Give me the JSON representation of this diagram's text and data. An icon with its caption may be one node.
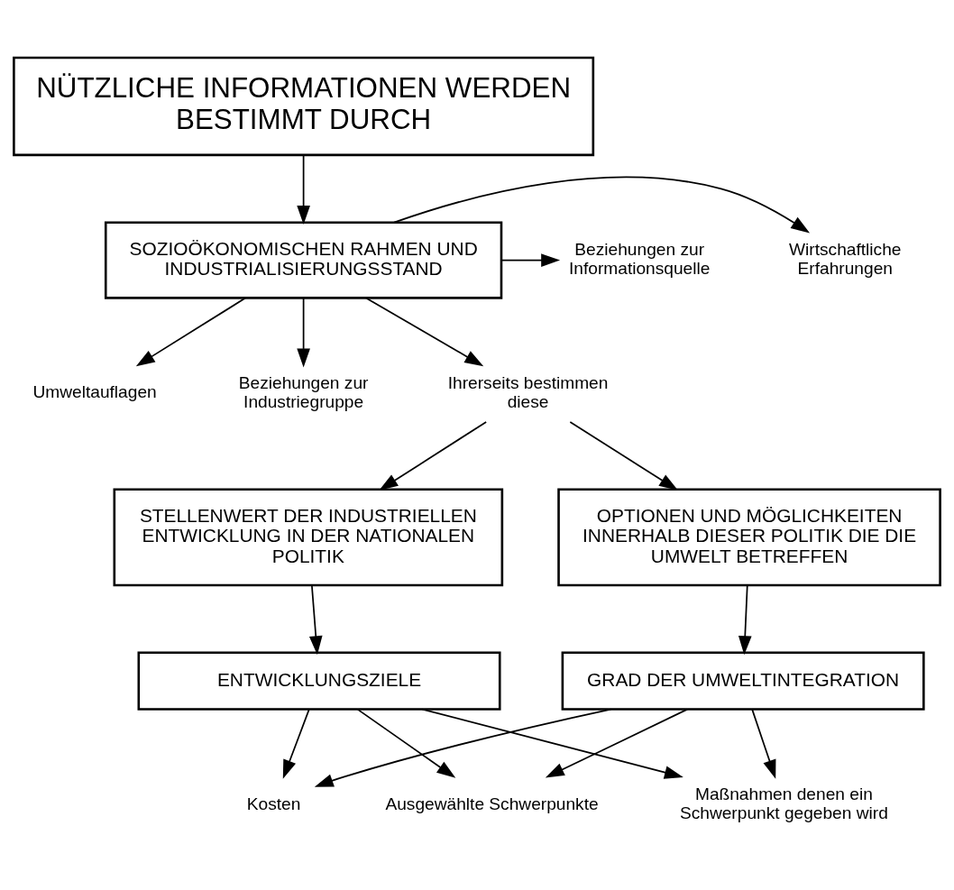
{
  "diagram": {
    "nodes": [
      {
        "text": [
          "NÜTZLICHE INFORMATIONEN WERDEN BESTIMMT DURCH"
        ]
      },
      {
        "text": [
          "SOZIOÖKONOMISCHEN RAHMEN UND INDUSTRIALISIERUNGSSTAND"
        ]
      },
      {
        "text": [
          "Wirtschaftliche Erfahrungen"
        ]
      },
      {
        "text": [
          "Beziehungen zur Informationsquelle"
        ]
      },
      {
        "text": [
          "Umweltauflagen"
        ]
      },
      {
        "text": [
          "Beziehungen zur Industriegruppe"
        ]
      },
      {
        "text": [
          "Ihrerseits bestimmen diese"
        ]
      },
      {
        "text": [
          "STELLENWERT DER INDUSTRIELLEN ENTWICKLUNG IN DER NATIONALEN POLITIK"
        ]
      },
      {
        "text": [
          "OPTIONEN UND MÖGLICHKEITEN INNERHALB DIESER POLITIK DIE DIE UMWELT BETREFFEN"
        ]
      },
      {
        "text": [
          "ENTWICKLUNGSZIELE"
        ]
      },
      {
        "text": [
          "GRAD DER UMWELTINTEGRATION"
        ]
      },
      {
        "text": [
          "Kosten"
        ]
      },
      {
        "text": [
          "Ausgewählte Schwerpunkte"
        ]
      },
      {
        "text": [
          "Maßnahmen denen ein Schwerpunkt gegeben wird"
        ]
      }
    ],
    "edges": [
      {
        "from": 0,
        "to": 1,
        "arrow": "to"
      },
      {
        "from": 1,
        "to": 2,
        "arrow": "to"
      },
      {
        "from": 1,
        "to": 3,
        "arrow": "to"
      },
      {
        "from": 1,
        "to": 4,
        "arrow": "to"
      },
      {
        "from": 1,
        "to": 5,
        "arrow": "to"
      },
      {
        "from": 1,
        "to": 6,
        "arrow": "to"
      },
      {
        "from": 6,
        "to": 7,
        "arrow": "to"
      },
      {
        "from": 6,
        "to": 8,
        "arrow": "to"
      },
      {
        "from": 7,
        "to": 9,
        "arrow": "to"
      },
      {
        "from": 8,
        "to": 10,
        "arrow": "to"
      },
      {
        "from": 9,
        "to": 11,
        "arrow": "to"
      },
      {
        "from": 9,
        "to": 12,
        "arrow": "to"
      },
      {
        "from": 9,
        "to": 13,
        "arrow": "to"
      },
      {
        "from": 10,
        "to": 11,
        "arrow": "to"
      },
      {
        "from": 10,
        "to": 12,
        "arrow": "to"
      },
      {
        "from": 10,
        "to": 13,
        "arrow": "to"
      }
    ]
  }
}
